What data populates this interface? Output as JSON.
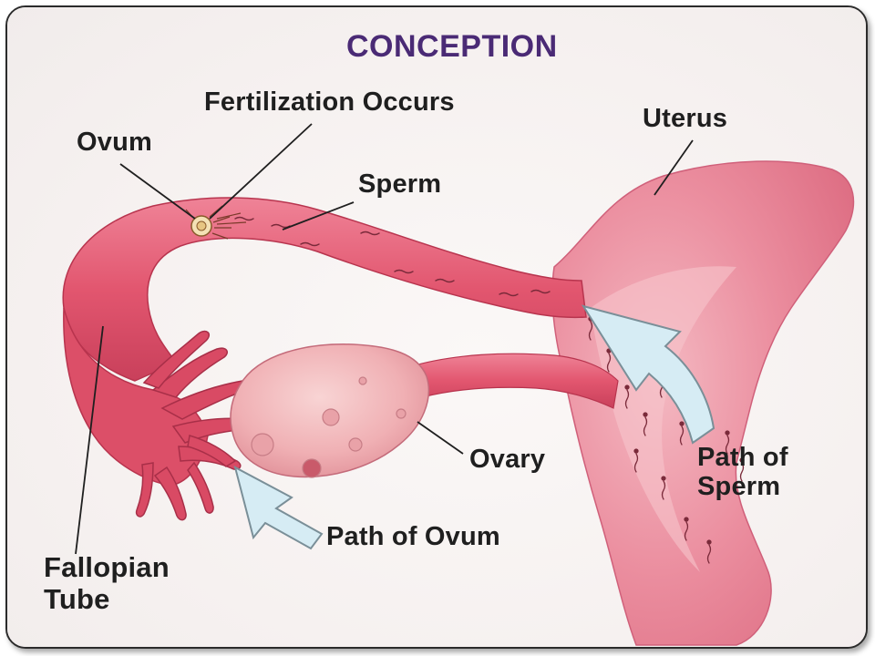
{
  "diagram": {
    "title": "CONCEPTION",
    "labels": {
      "fertilization": "Fertilization Occurs",
      "ovum": "Ovum",
      "uterus": "Uterus",
      "sperm": "Sperm",
      "ovary": "Ovary",
      "path_of_sperm_line1": "Path of",
      "path_of_sperm_line2": "Sperm",
      "path_of_ovum": "Path of Ovum",
      "fallopian_line1": "Fallopian",
      "fallopian_line2": "Tube"
    },
    "colors": {
      "tissue": "#e2566f",
      "tissue_light": "#ef8a9c",
      "tissue_dark": "#b8344e",
      "ovary": "#f2b5b8",
      "arrow_fill": "#d6ecf4",
      "title": "#4a2a75"
    }
  }
}
